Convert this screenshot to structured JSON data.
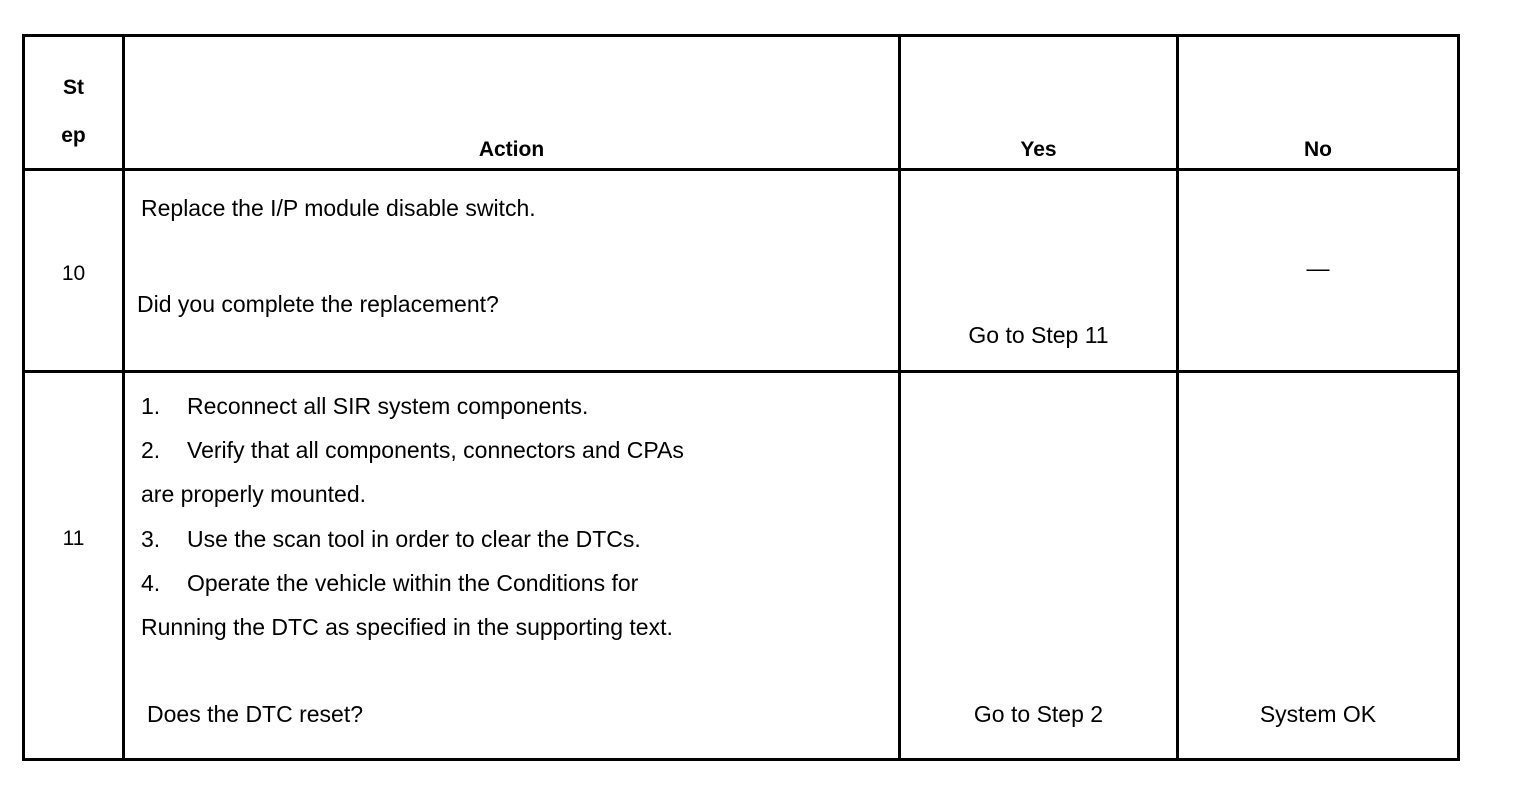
{
  "document": {
    "type": "diagnostic-step-table"
  },
  "table": {
    "headers": {
      "step_line1": "St",
      "step_line2": "ep",
      "action": "Action",
      "yes": "Yes",
      "no": "No"
    },
    "rows": [
      {
        "step": "10",
        "action_lines": [
          "Replace the I/P module disable switch.",
          "Did you complete the replacement?"
        ],
        "yes": "Go to Step 11",
        "no": "—"
      },
      {
        "step": "11",
        "action_items": [
          {
            "num": "1.",
            "text": "Reconnect all SIR system components."
          },
          {
            "num": "2.",
            "text": "Verify that all components, connectors and CPAs"
          },
          {
            "num": "",
            "text": "are properly mounted."
          },
          {
            "num": "3.",
            "text": "Use the scan tool in order to clear the DTCs."
          },
          {
            "num": "4.",
            "text": "Operate the vehicle within the Conditions for"
          },
          {
            "num": "",
            "text": "Running the DTC as specified in the supporting text."
          }
        ],
        "question": "Does the DTC reset?",
        "yes": "Go to Step 2",
        "no": "System OK"
      }
    ]
  }
}
